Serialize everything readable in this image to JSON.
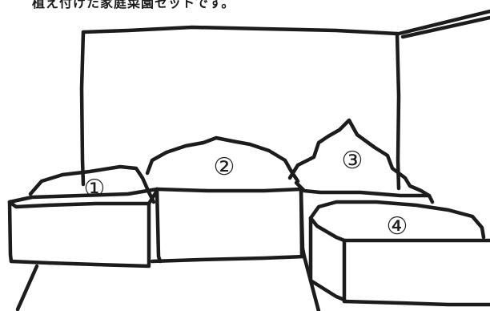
{
  "caption": "植え付けた家庭菜園セットです。",
  "labels": {
    "box1": "①",
    "box2": "②",
    "box3": "③",
    "box4": "④"
  }
}
